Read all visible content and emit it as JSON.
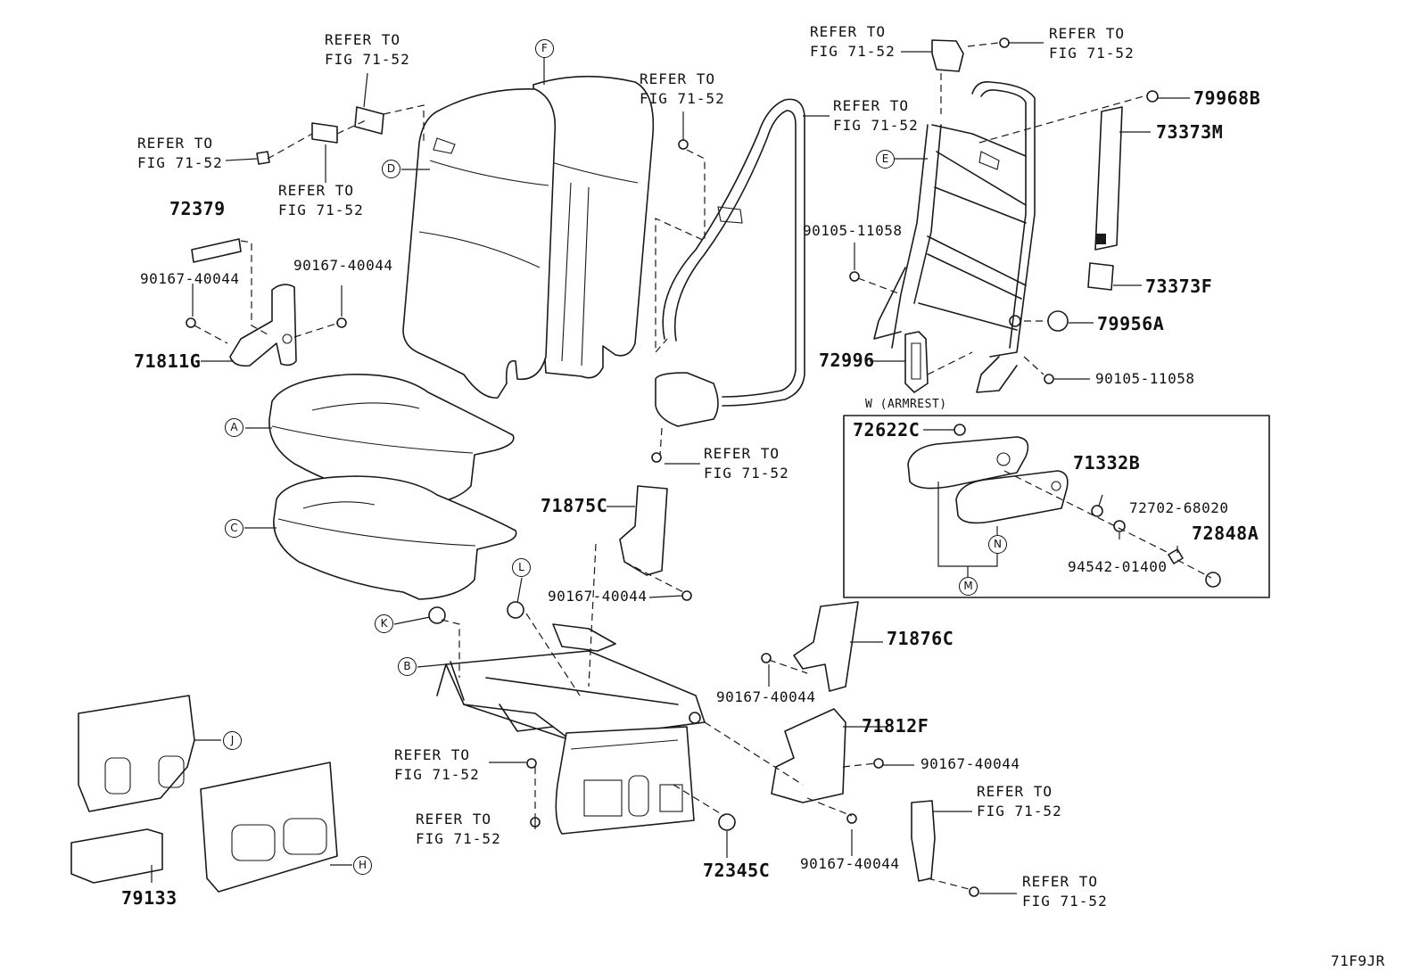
{
  "diagram_id": "71F9JR",
  "armrest_box_title": "W (ARMREST)",
  "refer_notes": {
    "text": "REFER TO\nFIG 71-52"
  },
  "part_numbers": {
    "p72379": "72379",
    "p90167_40044": "90167-40044",
    "p71811G": "71811G",
    "p90105_11058": "90105-11058",
    "p79968B": "79968B",
    "p73373M": "73373M",
    "p73373F": "73373F",
    "p79956A": "79956A",
    "p72996": "72996",
    "p72622C": "72622C",
    "p71332B": "71332B",
    "p72702_68020": "72702-68020",
    "p72848A": "72848A",
    "p94542_01400": "94542-01400",
    "p71875C": "71875C",
    "p71876C": "71876C",
    "p71812F": "71812F",
    "p72345C": "72345C",
    "p79133": "79133"
  },
  "callouts": [
    "A",
    "B",
    "C",
    "D",
    "E",
    "F",
    "H",
    "J",
    "K",
    "L",
    "M",
    "N"
  ]
}
